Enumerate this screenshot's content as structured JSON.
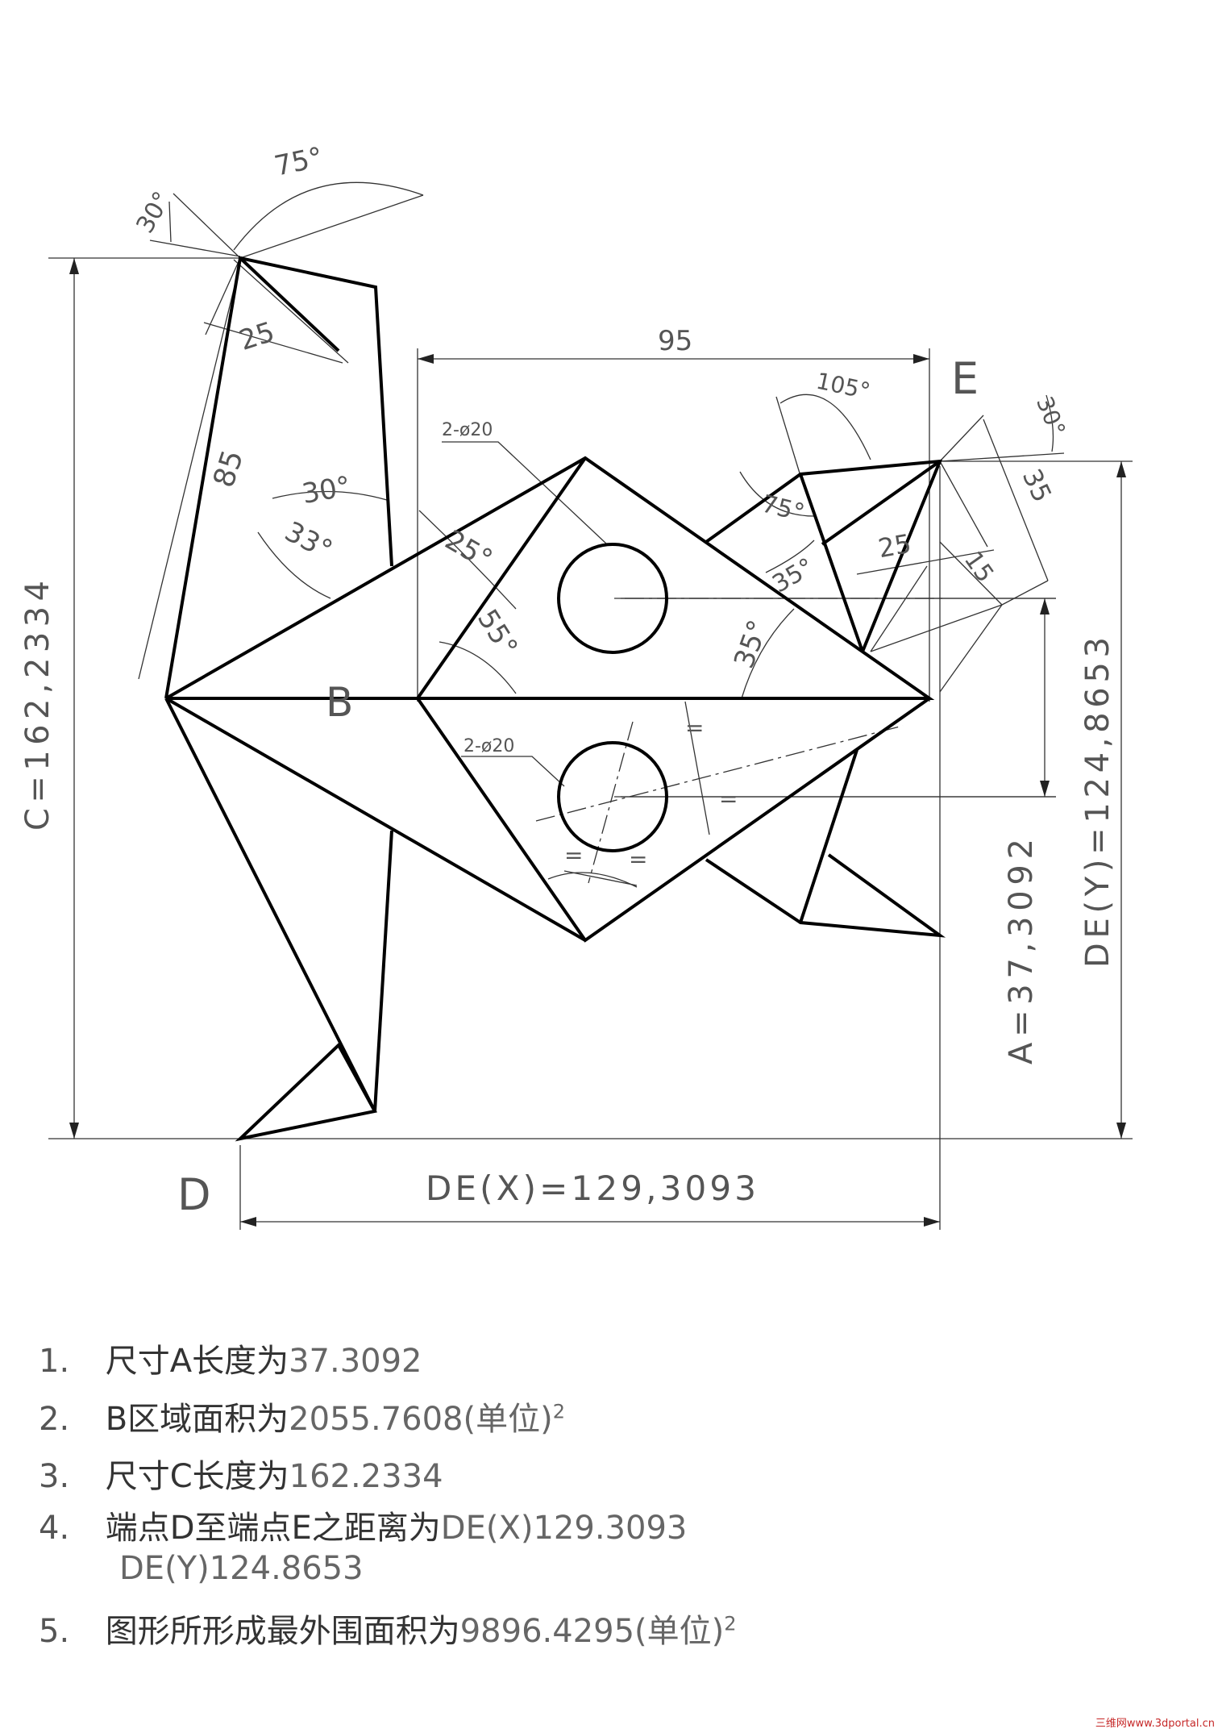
{
  "points": {
    "B": "B",
    "D": "D",
    "E": "E"
  },
  "dimensions": {
    "angle_75_top": "75°",
    "angle_30_top": "30°",
    "len_25_top": "25",
    "len_85": "85",
    "angle_30_mid": "30°",
    "angle_33": "33°",
    "len_95": "95",
    "holes_top": "2-ø20",
    "holes_bottom": "2-ø20",
    "angle_25": "25°",
    "angle_55": "55°",
    "angle_35_center": "35°",
    "angle_105": "105°",
    "angle_30_right": "30°",
    "angle_75_right": "75°",
    "angle_35_right": "35°",
    "len_25_right": "25",
    "len_15": "15",
    "len_35": "35",
    "equal_mark": "=",
    "C": "C=162,2334",
    "A": "A=37,3092",
    "DEY": "DE(Y)=124,8653",
    "DEX": "DE(X)=129,3093"
  },
  "notes": [
    {
      "num": "1.",
      "text": "尺寸A长度为",
      "value": "37.3092",
      "sup": ""
    },
    {
      "num": "2.",
      "text": "B区域面积为",
      "value": "2055.7608(单位)",
      "sup": "2"
    },
    {
      "num": "3.",
      "text": "尺寸C长度为",
      "value": "162.2334",
      "sup": ""
    },
    {
      "num": "4.",
      "text": "端点D至端点E之距离为",
      "value": "DE(X)129.3093",
      "sup": ""
    },
    {
      "num": "",
      "text": "",
      "value": "DE(Y)124.8653",
      "sup": ""
    },
    {
      "num": "5.",
      "text": "图形所形成最外围面积为",
      "value": "9896.4295(单位)",
      "sup": "2"
    }
  ],
  "watermark": "三维网www.3dportal.cn"
}
